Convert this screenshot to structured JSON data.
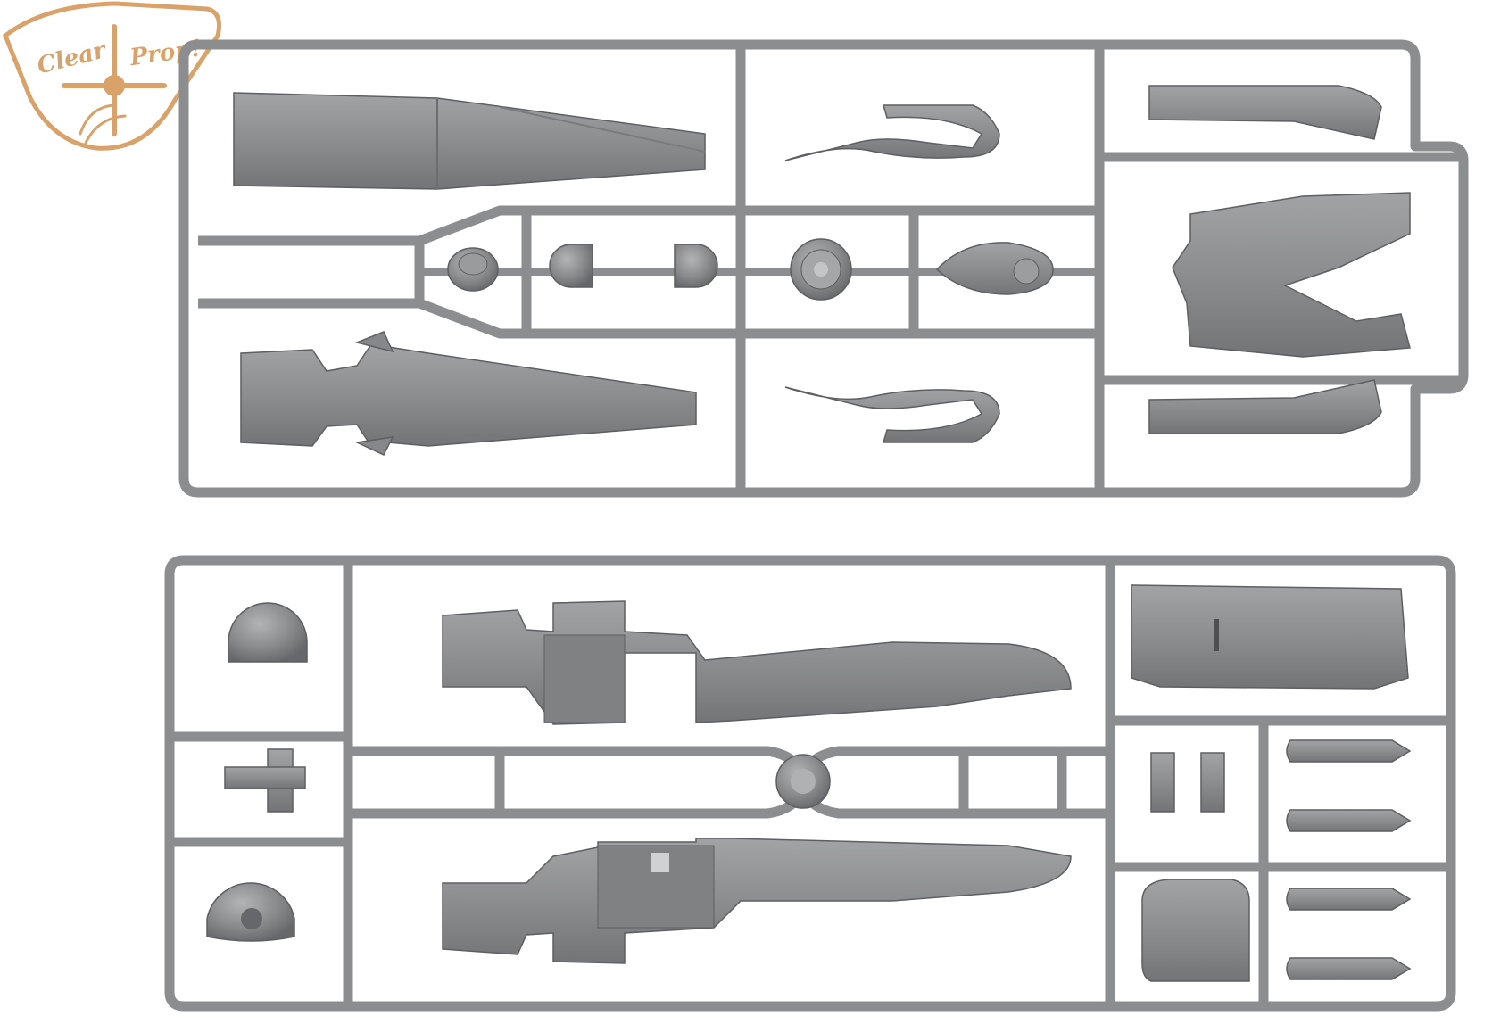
{
  "logo": {
    "brand_left": "Clear",
    "brand_right": "Prop!",
    "accent_color": "#d9a26a"
  },
  "colors": {
    "plastic": "#8c8d8f",
    "plastic_dark": "#6f7072",
    "plastic_light": "#a4a5a7",
    "background": "#ffffff"
  },
  "sprues": [
    {
      "name": "upper-sprue",
      "parts": [
        "engine-nacelle-halves",
        "spinners",
        "cowling-ring",
        "intake-fairings",
        "exhaust-pieces",
        "wing-center-section"
      ]
    },
    {
      "name": "lower-sprue",
      "parts": [
        "fuselage-halves",
        "canopy-domes",
        "tailwheel-fork",
        "floor-panel",
        "seat-back",
        "drop-tanks"
      ]
    }
  ]
}
